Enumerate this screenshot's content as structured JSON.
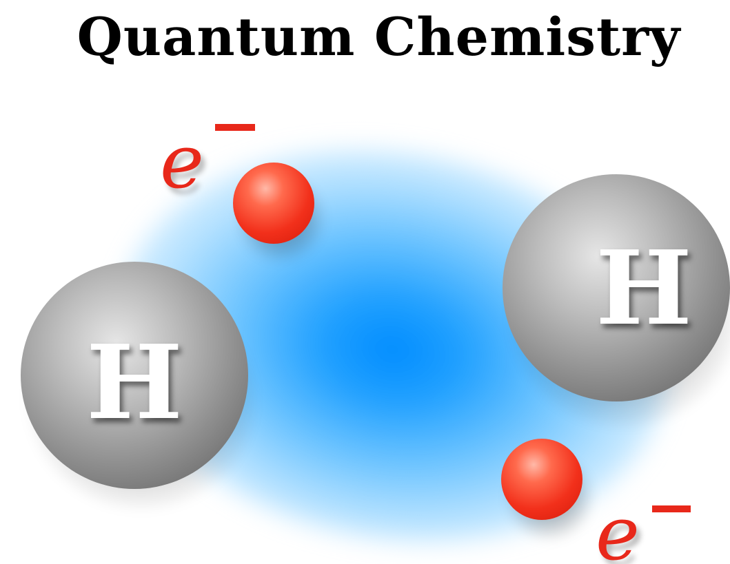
{
  "title": "Quantum Chemistry",
  "colors": {
    "electron_cloud": "#1e96ff",
    "electron": "#e8281a",
    "proton": "#8e8e8e",
    "proton_label": "#ffffff"
  },
  "protons": [
    {
      "label": "H"
    },
    {
      "label": "H"
    }
  ],
  "electrons": [
    {
      "label": "e"
    },
    {
      "label": "e"
    }
  ]
}
